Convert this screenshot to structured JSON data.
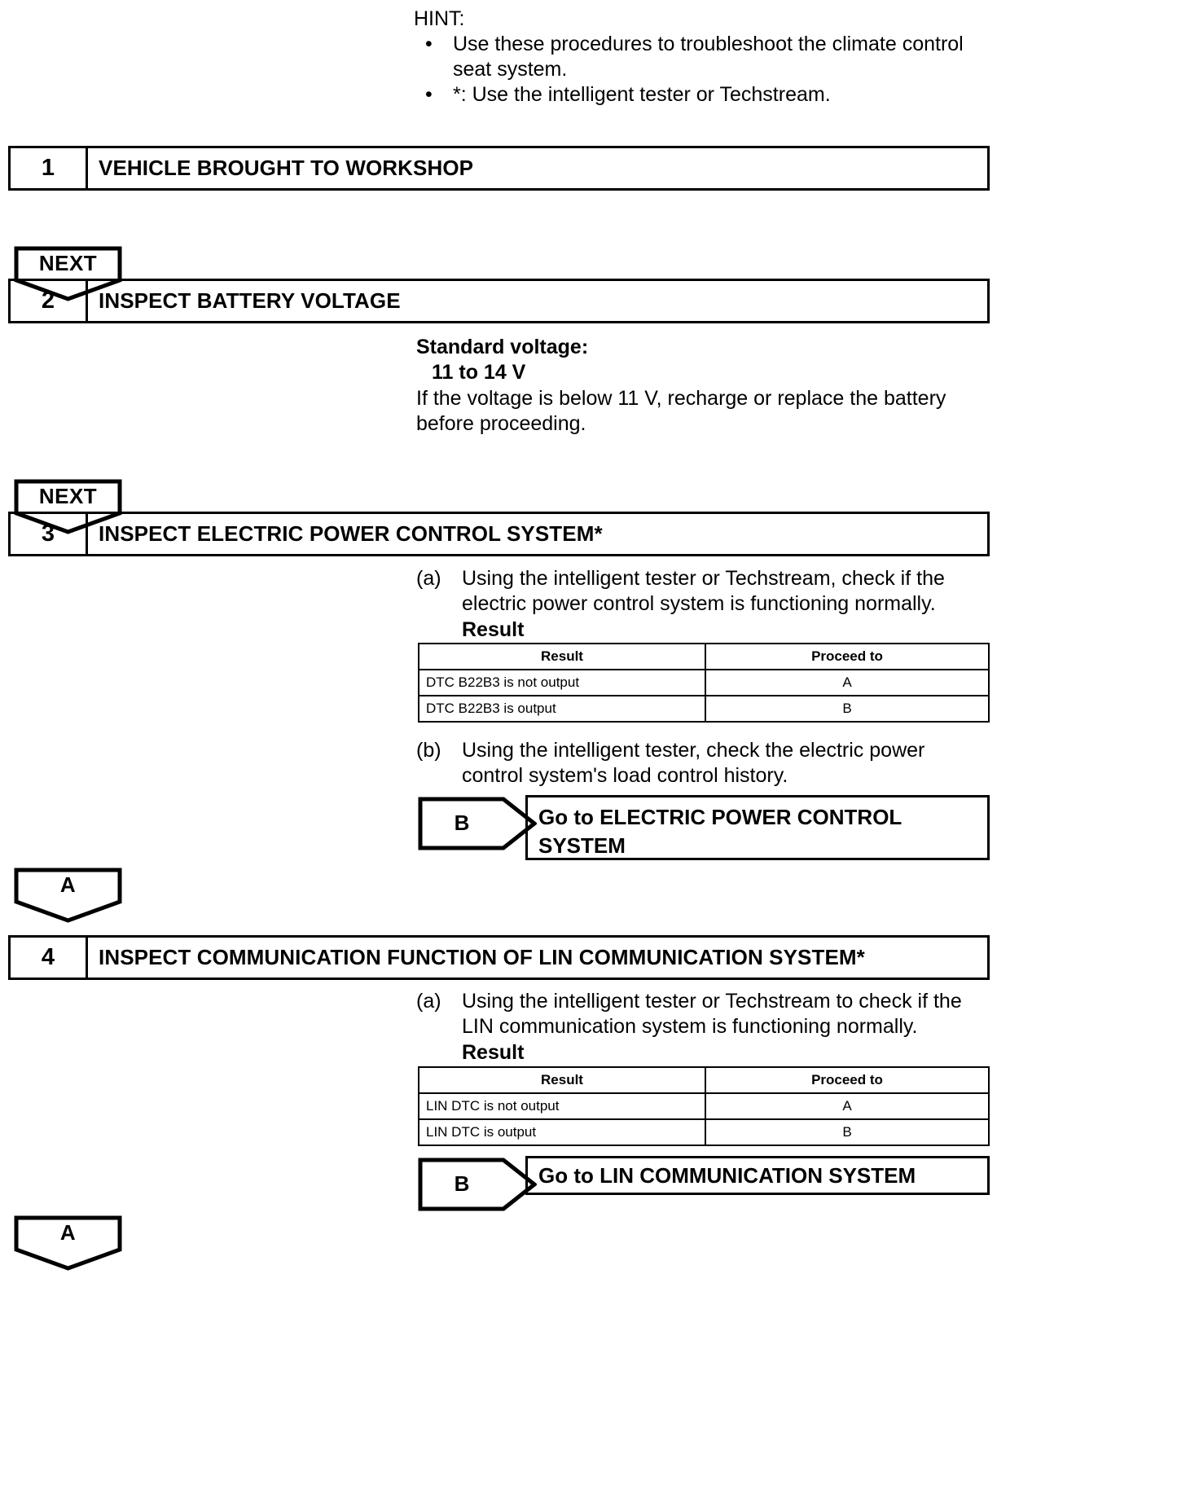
{
  "hint": {
    "title": "HINT:",
    "bullet_glyph": "•",
    "items": [
      "Use these procedures to troubleshoot the climate control seat system.",
      "*: Use the intelligent tester or Techstream."
    ]
  },
  "steps": [
    {
      "number": "1",
      "title": "VEHICLE BROUGHT TO WORKSHOP"
    },
    {
      "number": "2",
      "title": "INSPECT BATTERY VOLTAGE",
      "standard_label": "Standard voltage:",
      "standard_value": "11 to 14 V",
      "note_line1": "If the voltage is below 11 V, recharge or replace the battery",
      "note_line2": "before proceeding."
    },
    {
      "number": "3",
      "title": "INSPECT ELECTRIC POWER CONTROL SYSTEM*",
      "sub_a_tag": "(a)",
      "sub_a_line1": "Using the intelligent tester or Techstream, check if the",
      "sub_a_line2": "electric power control system is functioning normally.",
      "sub_a_result_label": "Result",
      "sub_b_tag": "(b)",
      "sub_b_line1": "Using the intelligent tester, check the electric power",
      "sub_b_line2": "control system's load control history.",
      "branch_label": "B",
      "goto_line1": "Go to ELECTRIC POWER CONTROL",
      "goto_line2": "SYSTEM"
    },
    {
      "number": "4",
      "title": "INSPECT COMMUNICATION FUNCTION OF LIN COMMUNICATION SYSTEM*",
      "sub_a_tag": "(a)",
      "sub_a_line1": "Using the intelligent tester or Techstream to check if the",
      "sub_a_line2": "LIN communication system is functioning normally.",
      "sub_a_result_label": "Result",
      "branch_label": "B",
      "goto_line1": "Go to LIN COMMUNICATION SYSTEM"
    }
  ],
  "connectors": [
    {
      "label": "NEXT"
    },
    {
      "label": "NEXT"
    },
    {
      "label": "A"
    },
    {
      "label": "A"
    }
  ],
  "tables": [
    {
      "headers": [
        "Result",
        "Proceed to"
      ],
      "rows": [
        [
          "DTC B22B3 is not output",
          "A"
        ],
        [
          "DTC B22B3 is output",
          "B"
        ]
      ]
    },
    {
      "headers": [
        "Result",
        "Proceed to"
      ],
      "rows": [
        [
          "LIN DTC is not output",
          "A"
        ],
        [
          "LIN DTC is output",
          "B"
        ]
      ]
    }
  ],
  "colors": {
    "ink": "#000000",
    "paper": "#ffffff"
  }
}
